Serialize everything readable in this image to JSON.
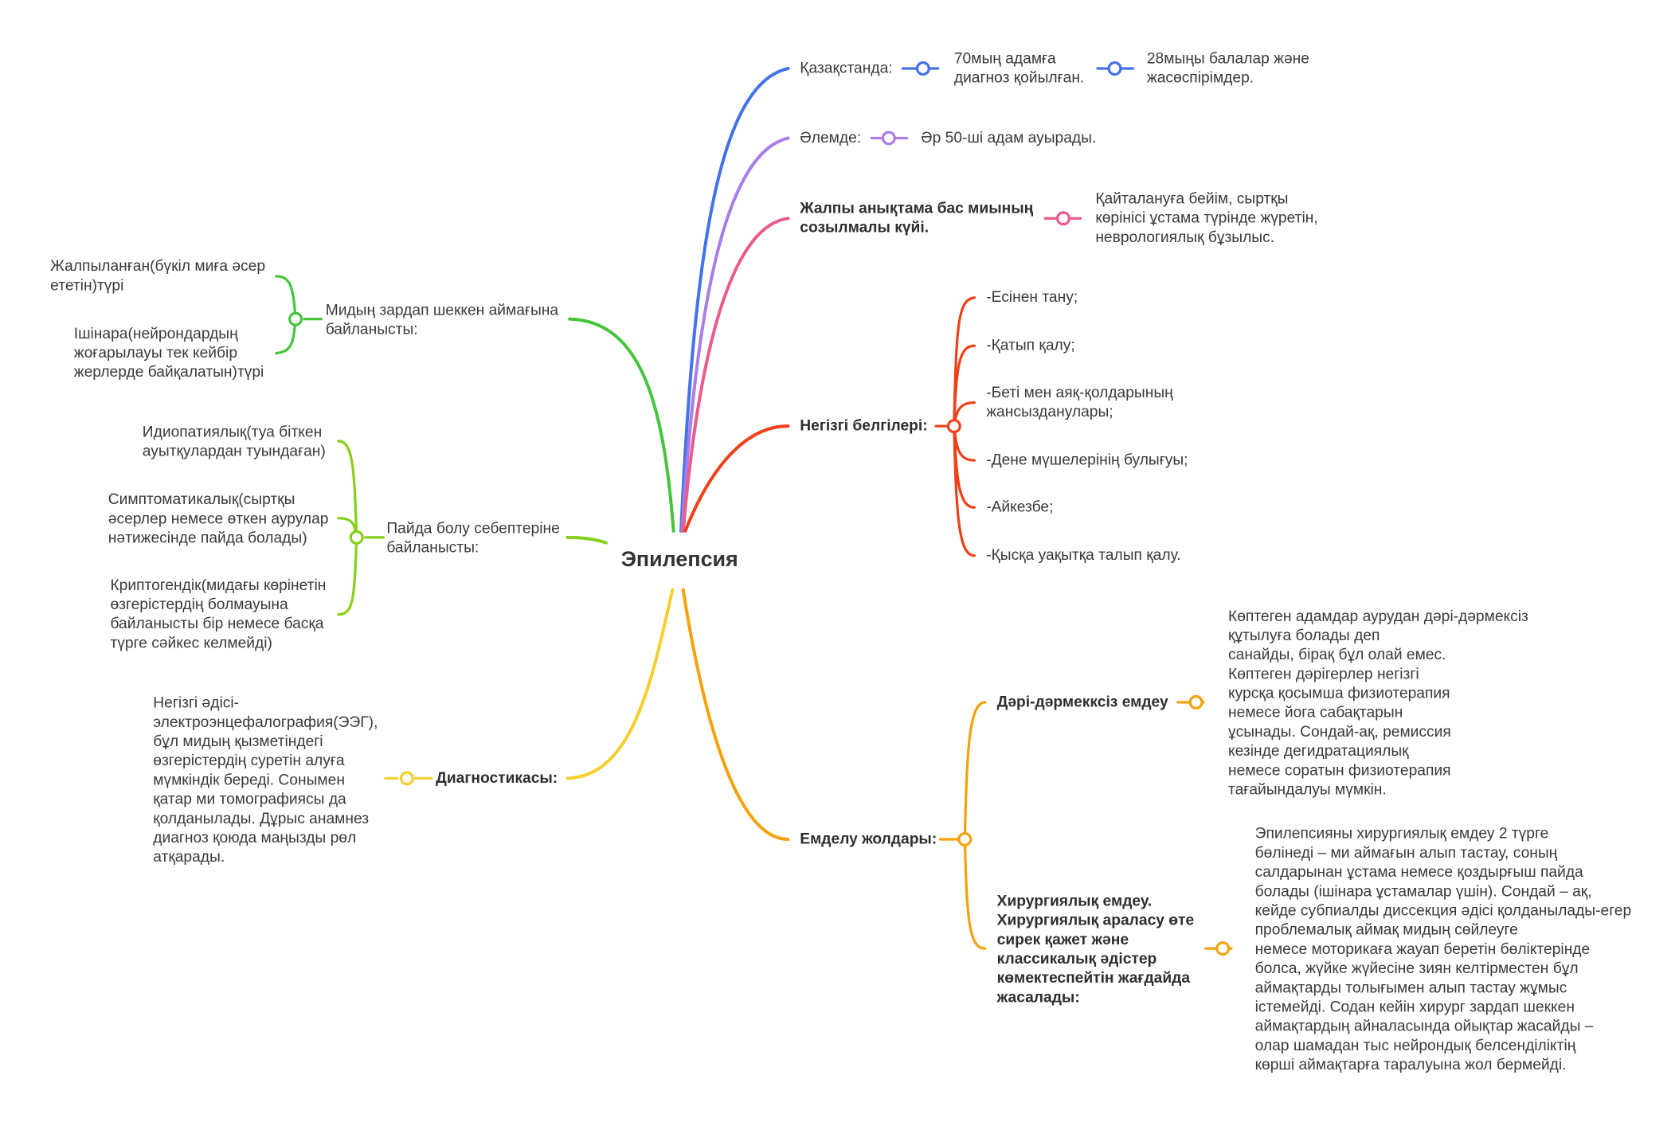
{
  "root": "Эпилепсия",
  "colors": {
    "blue": "#4472ea",
    "purple": "#a97ee6",
    "pink": "#ea5a8d",
    "red": "#f0401a",
    "orange": "#f5a20a",
    "yellow": "#f5cf2e",
    "lime": "#86cf1a",
    "green": "#46c43c"
  },
  "right": {
    "kazakhstan": {
      "label": "Қазақстанда:",
      "c1": [
        "70мың адамға",
        "диагноз қойылған."
      ],
      "c2": [
        "28мыңы балалар және",
        "жасөспірімдер."
      ]
    },
    "world": {
      "label": "Әлемде:",
      "c1": "Әр 50-ші адам ауырады."
    },
    "definition": {
      "label": [
        "Жалпы анықтама бас миының",
        "созылмалы күйі."
      ],
      "c1": [
        "Қайталануға бейім, сыртқы",
        "көрінісі ұстама түрінде жүретін,",
        "неврологиялық бұзылыс."
      ]
    },
    "signs": {
      "label": "Негізгі белгілері:",
      "items": [
        [
          "-Есінен тану;"
        ],
        [
          "-Қатып қалу;"
        ],
        [
          "-Беті мен аяқ-қолдарының",
          "жансызданулары;"
        ],
        [
          "-Дене мүшелерінің булығуы;"
        ],
        [
          "-Айкезбе;"
        ],
        [
          "-Қысқа уақытқа талып қалу."
        ]
      ]
    },
    "treatment": {
      "label": "Емделу жолдары:",
      "drugfree": {
        "label": "Дәрі-дәрмекксіз емдеу",
        "text": [
          "Көптеген адамдар аурудан дәрі-дәрмексіз",
          "құтылуға болады деп",
          "санайды, бірақ бұл олай емес.",
          "Көптеген дәрігерлер негізгі",
          "курсқа қосымша физиотерапия",
          "немесе йога сабақтарын",
          "ұсынады. Сондай-ақ, ремиссия",
          "кезінде дегидратациялық",
          "немесе соратын физиотерапия",
          "тағайындалуы мүмкін."
        ]
      },
      "surgery": {
        "label": [
          "Хирургиялық емдеу.",
          "Хирургиялық араласу өте",
          "сирек қажет және",
          "классикалық әдістер",
          "көмектеспейтін жағдайда",
          "жасалады:"
        ],
        "text": [
          "Эпилепсияны хирургиялық емдеу 2 түрге",
          "бөлінеді – ми аймағын алып тастау, соның",
          "салдарынан ұстама немесе қоздырғыш пайда",
          "болады (ішінара ұстамалар үшін). Сондай – ақ,",
          "кейде субпиалды диссекция әдісі қолданылады-егер",
          "проблемалық аймақ мидың сөйлеуге",
          "немесе моторикаға жауап беретін бөліктерінде",
          "болса, жүйке жүйесіне зиян келтірместен бұл",
          "аймақтарды толығымен алып тастау жұмыс",
          "істемейді. Содан кейін хирург зардап шеккен",
          "аймақтардың айналасында ойықтар жасайды –",
          "олар шамадан тыс нейрондық белсенділіктің",
          "көрші аймақтарға таралуына жол бермейді."
        ]
      }
    }
  },
  "left": {
    "area": {
      "label": [
        "Мидың зардап шеккен аймағына",
        "байланысты:"
      ],
      "c1": [
        "Жалпыланған(бүкіл миға әсер",
        "ететін)түрі"
      ],
      "c2": [
        "Ішінара(нейрондардың",
        "жоғарылауы тек кейбір",
        "жерлерде байқалатын)түрі"
      ]
    },
    "cause": {
      "label": [
        "Пайда болу себептеріне",
        "байланысты:"
      ],
      "c1": [
        "Идиопатиялық(туа біткен",
        "ауытқулардан туындаған)"
      ],
      "c2": [
        "Симптоматикалық(сыртқы",
        "әсерлер немесе өткен аурулар",
        "нәтижесінде пайда болады)"
      ],
      "c3": [
        "Криптогендік(мидағы көрінетін",
        "өзгерістердің болмауына",
        "байланысты бір немесе басқа",
        "түрге сәйкес келмейді)"
      ]
    },
    "diagnostics": {
      "label": "Диагностикасы:",
      "text": [
        "Негізгі әдісі-",
        "электроэнцефалография(ЭЭГ),",
        "бұл мидың қызметіндегі",
        "өзгерістердің суретін алуға",
        "мүмкіндік береді. Сонымен",
        "қатар ми томографиясы да",
        "қолданылады. Дұрыс анамнез",
        "диагноз қоюда маңызды рөл",
        "атқарады."
      ]
    }
  }
}
